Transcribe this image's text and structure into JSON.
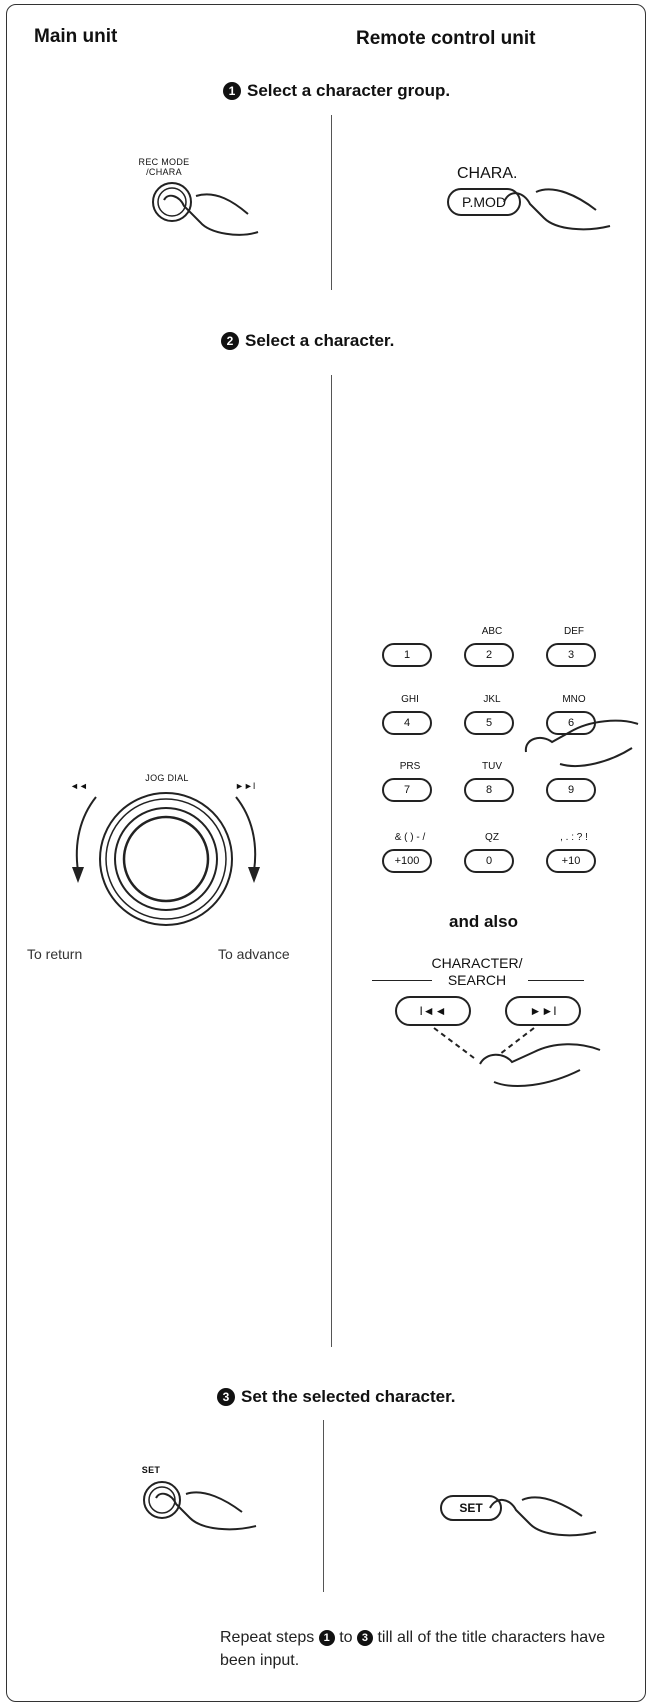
{
  "headers": {
    "main_unit": "Main unit",
    "remote_unit": "Remote control unit"
  },
  "steps": [
    {
      "num": "1",
      "text": "Select a character group."
    },
    {
      "num": "2",
      "text": "Select a character."
    },
    {
      "num": "3",
      "text": "Set the selected character."
    }
  ],
  "step1": {
    "main_label_1": "REC MODE",
    "main_label_2": "/CHARA",
    "remote_label": "CHARA.",
    "remote_button": "P.MOD"
  },
  "step2": {
    "jog_label": "JOG DIAL",
    "prev_glyph": "◄◄",
    "next_glyph": "►►I",
    "to_return": "To return",
    "to_advance": "To advance",
    "keypad": [
      {
        "letters": "",
        "key": "1"
      },
      {
        "letters": "ABC",
        "key": "2"
      },
      {
        "letters": "DEF",
        "key": "3"
      },
      {
        "letters": "GHI",
        "key": "4"
      },
      {
        "letters": "JKL",
        "key": "5"
      },
      {
        "letters": "MNO",
        "key": "6"
      },
      {
        "letters": "PRS",
        "key": "7"
      },
      {
        "letters": "TUV",
        "key": "8"
      },
      {
        "letters": "",
        "key": "9"
      },
      {
        "letters": "& ( ) - /",
        "key": "+100"
      },
      {
        "letters": "QZ",
        "key": "0"
      },
      {
        "letters": ", . : ? !",
        "key": "+10"
      }
    ],
    "and_also": "and also",
    "search_title_1": "CHARACTER/",
    "search_title_2": "SEARCH",
    "search_prev": "I◄◄",
    "search_next": "►►I"
  },
  "step3": {
    "main_label": "SET",
    "remote_button": "SET"
  },
  "footer": {
    "before": "Repeat steps",
    "from": "1",
    "to_word": "to",
    "to": "3",
    "after": "till all of the title characters have been input."
  }
}
